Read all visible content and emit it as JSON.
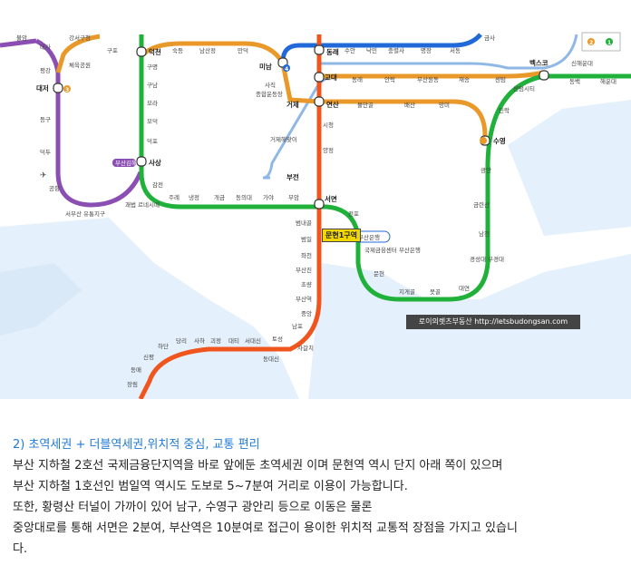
{
  "map": {
    "stations": {
      "top_left": [
        "불암",
        "대사",
        "강서구청",
        "구포",
        "덕천",
        "숙등",
        "남산정",
        "만덕",
        "미남",
        "동래",
        "수안",
        "낙민",
        "충렬사",
        "명장",
        "서동",
        "금사"
      ],
      "left_purple": [
        "평강",
        "대저",
        "등구",
        "덕두",
        "공항",
        "서부산 유통지구"
      ],
      "left_mid": [
        "체육공원",
        "구명",
        "구남",
        "모라",
        "모덕",
        "덕포",
        "부산김해",
        "사상"
      ],
      "line2_south": [
        "감전",
        "주례",
        "냉정",
        "개금",
        "동의대",
        "가야",
        "부암",
        "서면",
        "전포",
        "괘법 르네시떼"
      ],
      "orange_line": [
        "사직",
        "종합운동장",
        "거제",
        "연산",
        "물만골",
        "배산",
        "망미",
        "수영",
        "교대",
        "동래",
        "안락",
        "부산원동",
        "재송",
        "센텀",
        "벡스코",
        "신해운대"
      ],
      "green_right": [
        "센텀시티",
        "민락",
        "광안",
        "금련산",
        "남천",
        "경성대 부경대",
        "대연",
        "못골",
        "지게골",
        "문현",
        "국제금융센터 부산은행",
        "동백",
        "해운대"
      ],
      "red_line": [
        "시청",
        "양정",
        "부전",
        "거제해맞이",
        "범내골",
        "범일",
        "좌천",
        "부산진",
        "초량",
        "부산역",
        "중앙",
        "남포",
        "자갈치",
        "토성",
        "동대신",
        "서대신",
        "대티",
        "괴정",
        "사하",
        "당리",
        "하단",
        "신평",
        "동매",
        "장림"
      ],
      "highlight": "문현1구역",
      "highlight_line": "부산은행",
      "badge_numbers": [
        "1",
        "2",
        "3",
        "4"
      ]
    },
    "watermark": "로이의렛츠부동산 http://letsbudongsan.com",
    "line_colors": {
      "line1": "#f0551e",
      "line2": "#20b13a",
      "line3": "#e8992a",
      "line4": "#2169d8",
      "busan_gimhae": "#8b4fb3",
      "donghae": "#8fb8e6"
    }
  },
  "text": {
    "heading": "2) 초역세권 + 더블역세권,위치적 중심, 교통 편리",
    "lines": [
      "부산 지하철 2호선 국제금융단지역을 바로 앞에둔 초역세권 이며 문현역 역시 단지 아래 쪽이 있으며",
      "부산 지하철 1호선인 범일역 역시도 도보로 5~7분여 거리로 이용이 가능합니다.",
      "또한, 황령산 터널이 가까이 있어 남구, 수영구 광안리 등으로 이동은 물론",
      "중앙대로를 통해 서면은 2분여, 부산역은 10분여로 접근이 용이한 위치적 교통적 장점을 가지고 있습니",
      "다."
    ]
  }
}
